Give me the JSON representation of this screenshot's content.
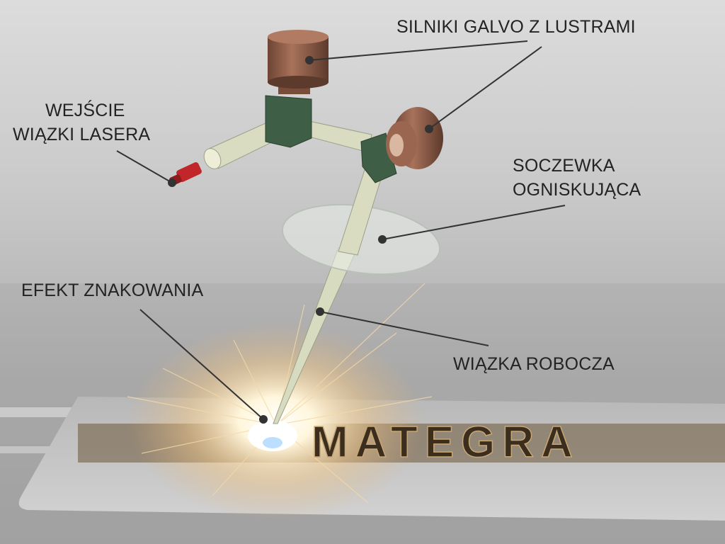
{
  "labels": {
    "galvo_motors": "SILNIKI GALVO Z LUSTRAMI",
    "laser_input_line1": "WEJŚCIE",
    "laser_input_line2": "WIĄZKI LASERA",
    "lens_line1": "SOCZEWKA",
    "lens_line2": "OGNISKUJĄCA",
    "marking_effect": "EFEKT ZNAKOWANIA",
    "working_beam": "WIĄZKA ROBOCZA"
  },
  "plate_logo": "MATEGRA",
  "colors": {
    "motor": "#8a5a45",
    "mount": "#3e5e45",
    "tube": "#d9dcc0",
    "laser_input": "#c0262a",
    "label_text": "#232323"
  }
}
